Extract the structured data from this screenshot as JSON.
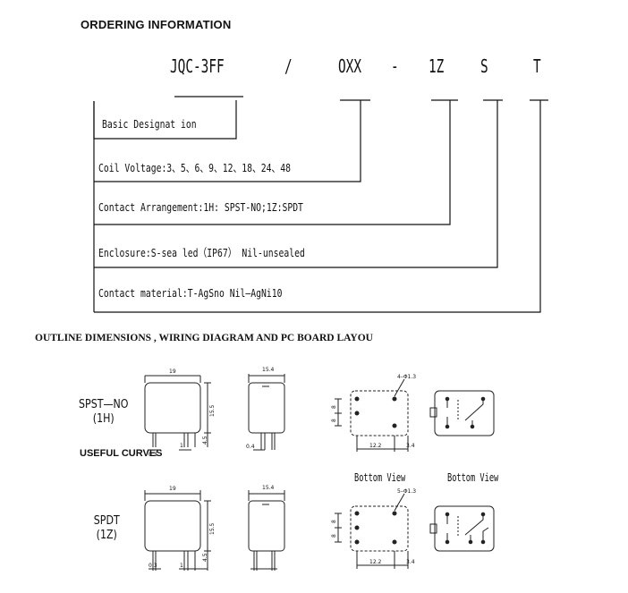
{
  "headings": {
    "ordering": "ORDERING INFORMATION",
    "outline": "OUTLINE DIMENSIONS , WIRING DIAGRAM AND PC BOARD LAYOU",
    "useful": "USEFUL CURVES"
  },
  "code_parts": [
    "JQC-3FF",
    "/",
    "OXX",
    "-",
    "1Z",
    "S",
    "T"
  ],
  "options": [
    "Basic Designat ion",
    "Coil Voltage:3、5、6、9、12、18、24、48",
    "Contact Arrangement:1H: SPST-NO;1Z:SPDT",
    "Enclosure:S-sea led（IP67） Nil-unsealed",
    "Contact material:T-AgSno Nil—AgNi10"
  ],
  "drawings": {
    "spst_label": "SPST—NO",
    "spst_code": "(1H)",
    "spdt_label": "SPDT",
    "spdt_code": "(1Z)",
    "bottom_view_1": "Bottom View",
    "bottom_view_2": "Bottom View",
    "dim_19_a": "19",
    "dim_19_b": "19",
    "dim_15_4_a": "15.4",
    "dim_15_4_b": "15.4",
    "dim_15_5_a": "15.5",
    "dim_15_5_b": "15.5",
    "dim_4_5_a": "4.5",
    "dim_4_5_b": "4.5",
    "dim_1_a": "1",
    "dim_1_b": "1",
    "dim_0_3_a": "0.3",
    "dim_0_3_b": "0.3",
    "dim_0_4": "0.4",
    "dim_4_phi": "4–Φ1.3",
    "dim_5_phi": "5–Φ1.3",
    "dim_12_2_a": "12.2",
    "dim_12_2_b": "12.2",
    "dim_3_4_a": "3.4",
    "dim_3_4_b": "3.4",
    "dim_8_a": "8",
    "dim_8_b": "8",
    "dim_8_c": "8",
    "dim_8_d": "8"
  }
}
